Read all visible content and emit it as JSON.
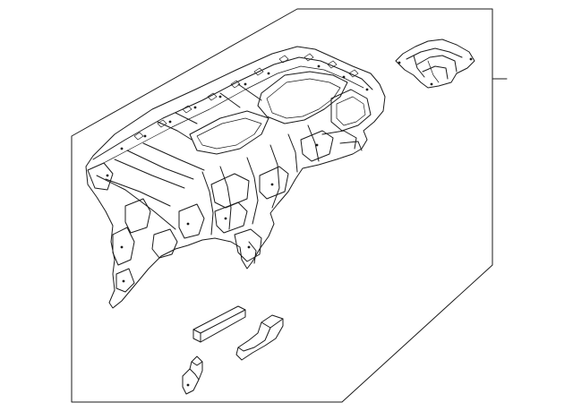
{
  "diagram": {
    "parts": [
      {
        "id": "instrument-panel-frame",
        "callout": ""
      },
      {
        "id": "corner-bracket",
        "callout": ""
      },
      {
        "id": "trim-strip",
        "callout": ""
      },
      {
        "id": "side-duct",
        "callout": ""
      },
      {
        "id": "small-bracket",
        "callout": ""
      }
    ],
    "line_color": "#1a1a1a",
    "background": "#ffffff"
  }
}
